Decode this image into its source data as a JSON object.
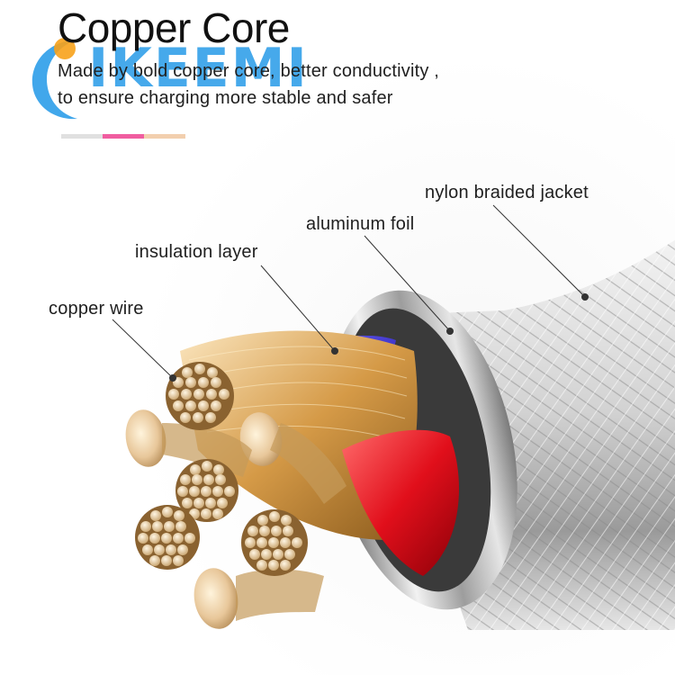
{
  "header": {
    "title": "Copper Core",
    "description_line1": "Made by bold copper core, better conductivity ,",
    "description_line2": "to ensure charging more stable and safer"
  },
  "logo": {
    "text": "IKEEMI"
  },
  "colors": {
    "accent_gray": "#e0e0e0",
    "accent_pink": "#f05da0",
    "accent_peach": "#f2cfae",
    "logo_blue": "#1291e6",
    "logo_orange": "#f7a21b"
  },
  "labels": {
    "copper_wire": "copper wire",
    "insulation_layer": "insulation layer",
    "aluminum_foil": "aluminum foil",
    "nylon_braided_jacket": "nylon braided jacket"
  }
}
